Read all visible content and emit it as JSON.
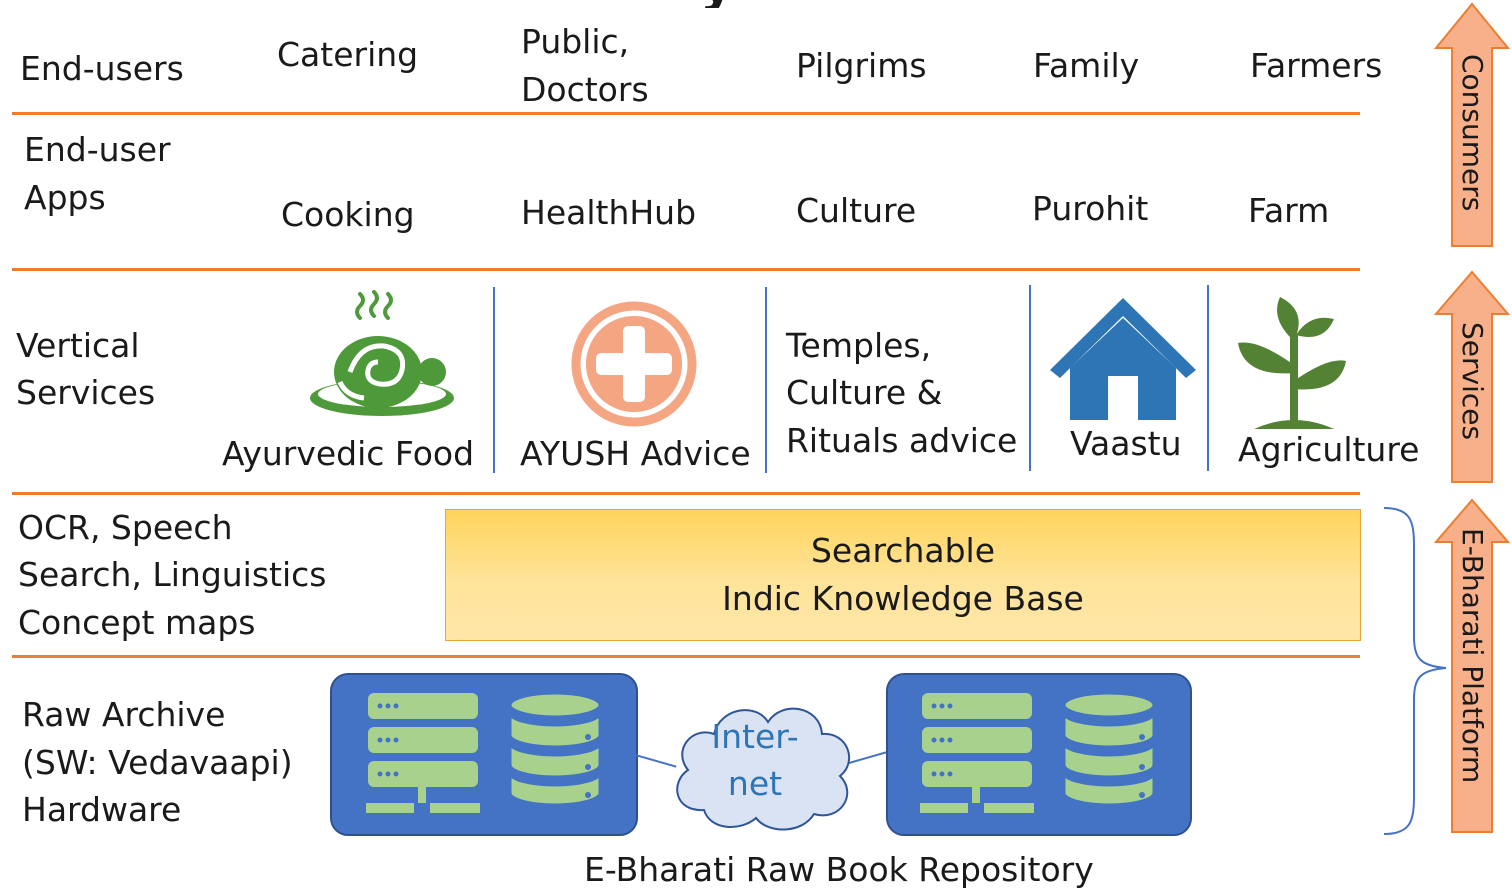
{
  "layers": {
    "end_users": {
      "label": "End-users",
      "items": [
        "Catering",
        "Public,",
        "Doctors",
        "Pilgrims",
        "Family",
        "Farmers"
      ]
    },
    "apps": {
      "label_line1": "End-user",
      "label_line2": "Apps",
      "items": [
        "Cooking",
        "HealthHub",
        "Culture",
        "Purohit",
        "Farm"
      ]
    },
    "services": {
      "label_line1": "Vertical",
      "label_line2": "Services",
      "items": [
        "Ayurvedic Food",
        "AYUSH Advice",
        "Temples,",
        "Culture &",
        "Rituals advice",
        "Vaastu",
        "Agriculture"
      ],
      "icons": [
        "food-bowl-icon",
        "medical-cross-icon",
        "house-icon",
        "plant-icon"
      ]
    },
    "platform": {
      "label_line1": "OCR, Speech",
      "label_line2": "Search, Linguistics",
      "label_line3": "Concept maps",
      "kb_line1": "Searchable",
      "kb_line2": "Indic Knowledge Base"
    },
    "archive": {
      "label_line1": "Raw Archive",
      "label_line2": "(SW: Vedavaapi)",
      "label_line3": "Hardware",
      "cloud_line1": "Inter-",
      "cloud_line2": "net",
      "caption": "E-Bharati Raw Book Repository",
      "icons": [
        "server-icon",
        "database-icon",
        "cloud-icon"
      ]
    }
  },
  "side_arrows": [
    "Consumers",
    "Services",
    "E-Bharati Platform"
  ],
  "colors": {
    "divider": "#ED7D31",
    "arrow_fill": "#F8B08A",
    "arrow_stroke": "#ED7D31",
    "kb_fill": "#FFD966",
    "server_bg": "#4472C4",
    "server_green": "#A9D18E",
    "cloud_fill": "#DAE3F3",
    "food_green": "#4E9A3A",
    "ayush_orange": "#F4A582",
    "house_blue": "#2E75B6",
    "plant_green": "#548235"
  }
}
